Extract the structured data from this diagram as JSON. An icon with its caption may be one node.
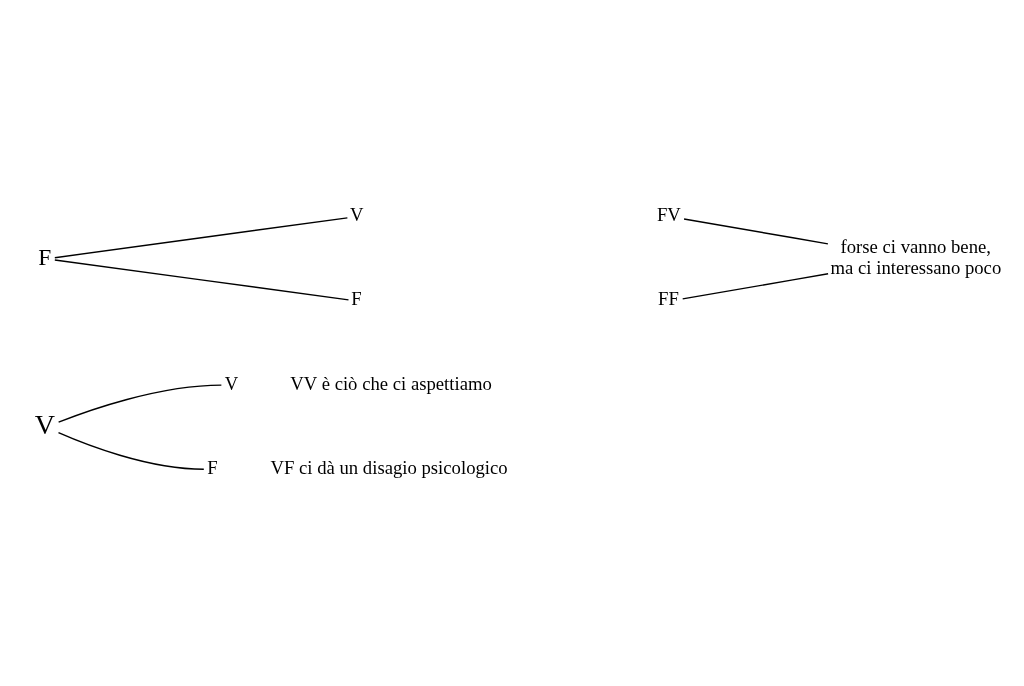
{
  "diagram": {
    "nodes": [
      {
        "text": [
          "V"
        ]
      },
      {
        "text": [
          "V"
        ],
        "beside": [
          "VV è ciò che ci aspettiamo"
        ]
      },
      {
        "text": [
          "F"
        ],
        "beside": [
          "VF ci dà un disagio psicologico"
        ]
      },
      {
        "text": [
          "F"
        ]
      },
      {
        "text": [
          "V"
        ]
      },
      {
        "text": [
          "F"
        ]
      },
      {
        "text": [
          "FV"
        ]
      },
      {
        "text": [
          "FF"
        ]
      },
      {
        "text": [
          "forse ci vanno bene, ma ci interessano poco"
        ]
      }
    ],
    "edges": [
      {
        "from": 0,
        "to": 1,
        "arrow": "none"
      },
      {
        "from": 0,
        "to": 2,
        "arrow": "none"
      },
      {
        "from": 3,
        "to": 4,
        "arrow": "none"
      },
      {
        "from": 3,
        "to": 5,
        "arrow": "none"
      },
      {
        "from": 6,
        "to": 8,
        "arrow": "none"
      },
      {
        "from": 7,
        "to": 8,
        "arrow": "none"
      }
    ]
  }
}
